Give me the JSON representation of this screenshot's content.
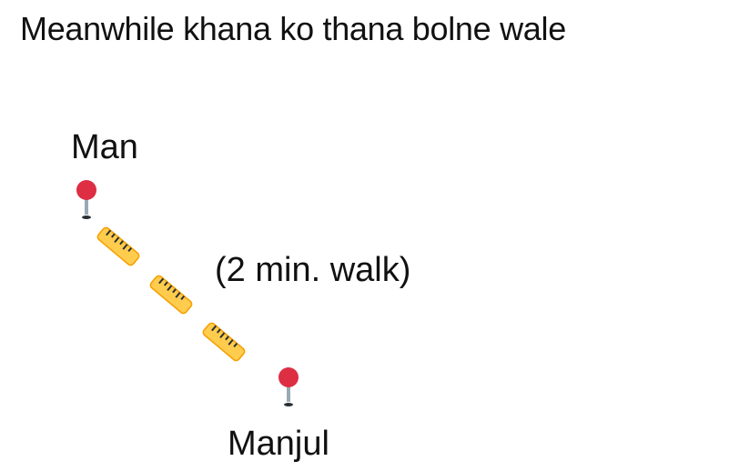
{
  "caption": "Meanwhile khana ko thana bolne wale",
  "map": {
    "origin_label": "Man",
    "destination_label": "Manjul",
    "distance_label": "(2 min. walk)",
    "origin_icon": "round-pushpin-icon",
    "destination_icon": "round-pushpin-icon",
    "path_icon": "straight-ruler-icon",
    "path_icon_count": 3,
    "colors": {
      "pin_head": "#dd2e44",
      "pin_needle": "#99aab5",
      "ruler": "#ffcc4d",
      "ruler_edge": "#f4a000",
      "ruler_ticks": "#292f33"
    }
  }
}
